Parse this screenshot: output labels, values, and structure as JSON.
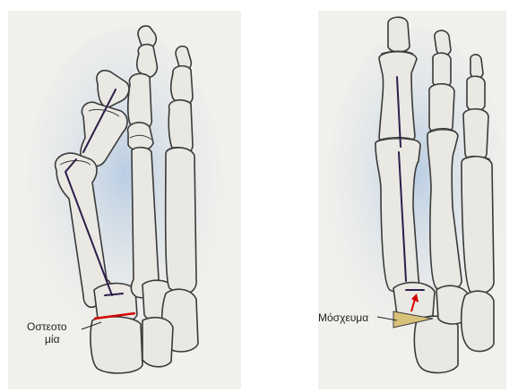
{
  "left_panel": {
    "label_line1": "Οστεοτο",
    "label_line2": "μία"
  },
  "right_panel": {
    "label": "Μόσχευμα"
  },
  "colors": {
    "paper": "#f1f0ec",
    "paper_shadow": "#c9d8e9",
    "bone_fill": "#e9e8e3",
    "bone_outline": "#3a3a3a",
    "axis_line": "#2b1d4a",
    "osteotomy_line": "#d40000",
    "graft_fill": "#d8c27a",
    "arrow": "#d40000"
  }
}
